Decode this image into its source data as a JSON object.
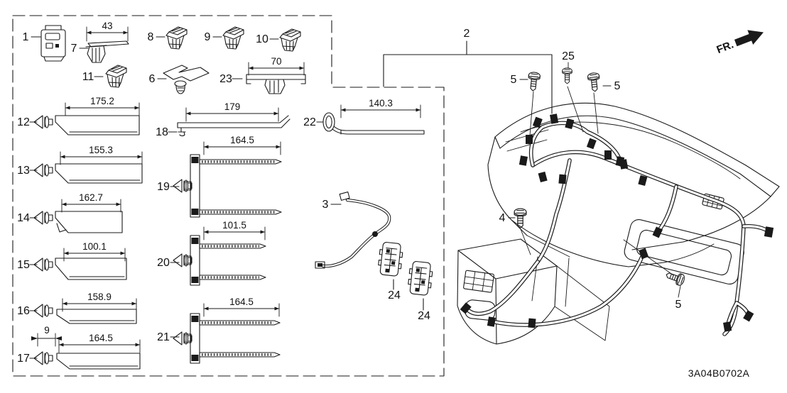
{
  "diagram": {
    "code": "3A04B0702A",
    "fr_label": "FR.",
    "line_color": "#1a1a1a",
    "background_color": "#ffffff"
  },
  "parts": {
    "p1": "1",
    "p2": "2",
    "p3": "3",
    "p4": "4",
    "p5_top_left": "5",
    "p5_top_right": "5",
    "p5_lower": "5",
    "p6": "6",
    "p7": "7",
    "p8": "8",
    "p9": "9",
    "p10": "10",
    "p11": "11",
    "p12": "12",
    "p13": "13",
    "p14": "14",
    "p15": "15",
    "p16": "16",
    "p17": "17",
    "p18": "18",
    "p19": "19",
    "p20": "20",
    "p21": "21",
    "p22": "22",
    "p23": "23",
    "p24_left": "24",
    "p24_right": "24",
    "p25": "25"
  },
  "dimensions": {
    "part7": "43",
    "part23": "70",
    "part12": "175.2",
    "part13": "155.3",
    "part14": "162.7",
    "part15": "100.1",
    "part16": "158.9",
    "part17_offset": "9",
    "part17": "164.5",
    "part18": "179",
    "part19": "164.5",
    "part20": "101.5",
    "part21": "164.5",
    "part22": "140.3"
  }
}
